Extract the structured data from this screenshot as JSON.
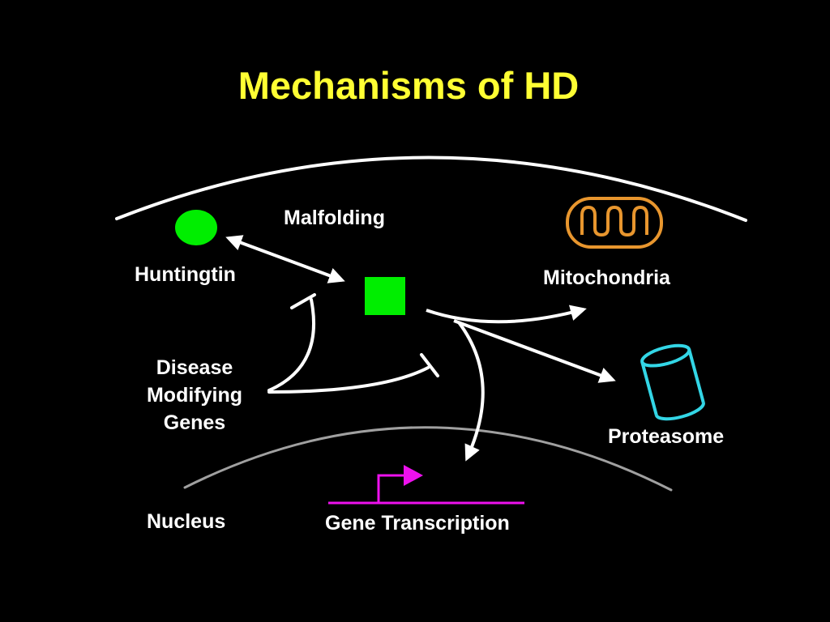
{
  "title": "Mechanisms of HD",
  "labels": {
    "malfolding": "Malfolding",
    "huntingtin": "Huntingtin",
    "mitochondria": "Mitochondria",
    "proteasome": "Proteasome",
    "disease_modifying_genes": [
      "Disease",
      "Modifying",
      "Genes"
    ],
    "nucleus": "Nucleus",
    "gene_transcription": "Gene Transcription"
  },
  "colors": {
    "background": "#000000",
    "title": "#ffff33",
    "text": "#ffffff",
    "huntingtin_protein": "#00ee00",
    "mitochondria": "#e8962e",
    "proteasome": "#33d6e6",
    "gene_promoter": "#ee11ee",
    "nuclear_membrane": "#a0a0a0",
    "cell_membrane": "#ffffff"
  },
  "icons": {
    "huntingtin": "green-circle",
    "malfolded_huntingtin": "green-square",
    "mitochondria": "mitochondrion-icon",
    "proteasome": "cylinder-icon",
    "gene": "promoter-arrow-icon"
  }
}
